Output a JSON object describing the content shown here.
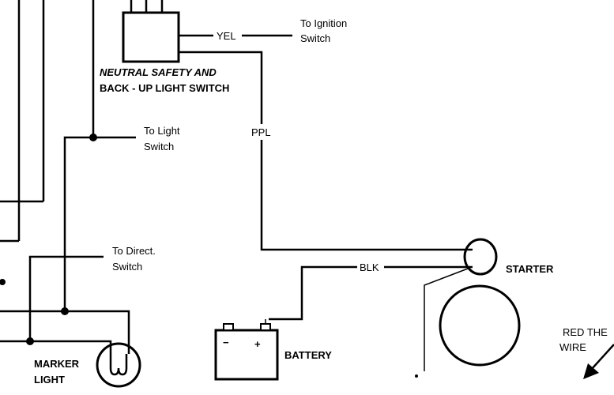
{
  "labels": {
    "yel": "YEL",
    "to_ignition_1": "To Ignition",
    "to_ignition_2": "Switch",
    "neutral_1": "NEUTRAL SAFETY AND",
    "neutral_2": "BACK - UP LIGHT SWITCH",
    "to_light_1": "To Light",
    "to_light_2": "Switch",
    "ppl": "PPL",
    "to_direct_1": "To Direct.",
    "to_direct_2": "Switch",
    "blk": "BLK",
    "starter": "STARTER",
    "red_the": "RED THE",
    "wire": "WIRE",
    "battery": "BATTERY",
    "battery_minus": "−",
    "battery_plus": "+",
    "marker_1": "MARKER",
    "marker_2": "LIGHT"
  }
}
